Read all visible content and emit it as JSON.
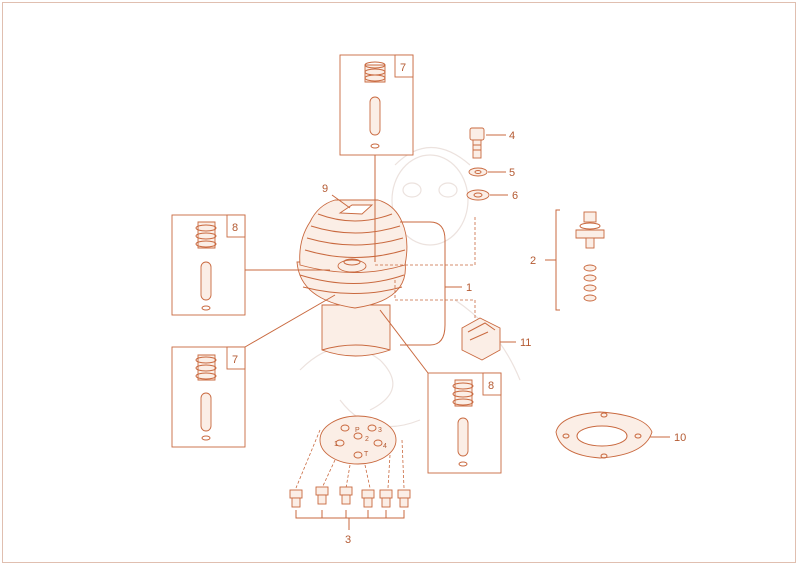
{
  "diagram": {
    "callouts": [
      {
        "id": "1",
        "text": "1"
      },
      {
        "id": "2",
        "text": "2"
      },
      {
        "id": "3",
        "text": "3"
      },
      {
        "id": "4",
        "text": "4"
      },
      {
        "id": "5",
        "text": "5"
      },
      {
        "id": "6",
        "text": "6"
      },
      {
        "id": "7a",
        "text": "7"
      },
      {
        "id": "7b",
        "text": "7"
      },
      {
        "id": "8a",
        "text": "8"
      },
      {
        "id": "8b",
        "text": "8"
      },
      {
        "id": "9",
        "text": "9"
      },
      {
        "id": "10",
        "text": "10"
      },
      {
        "id": "11",
        "text": "11"
      }
    ],
    "port_plate_labels": [
      "P",
      "3",
      "1",
      "2",
      "4",
      "T"
    ],
    "accent_color": "#c9693f"
  }
}
